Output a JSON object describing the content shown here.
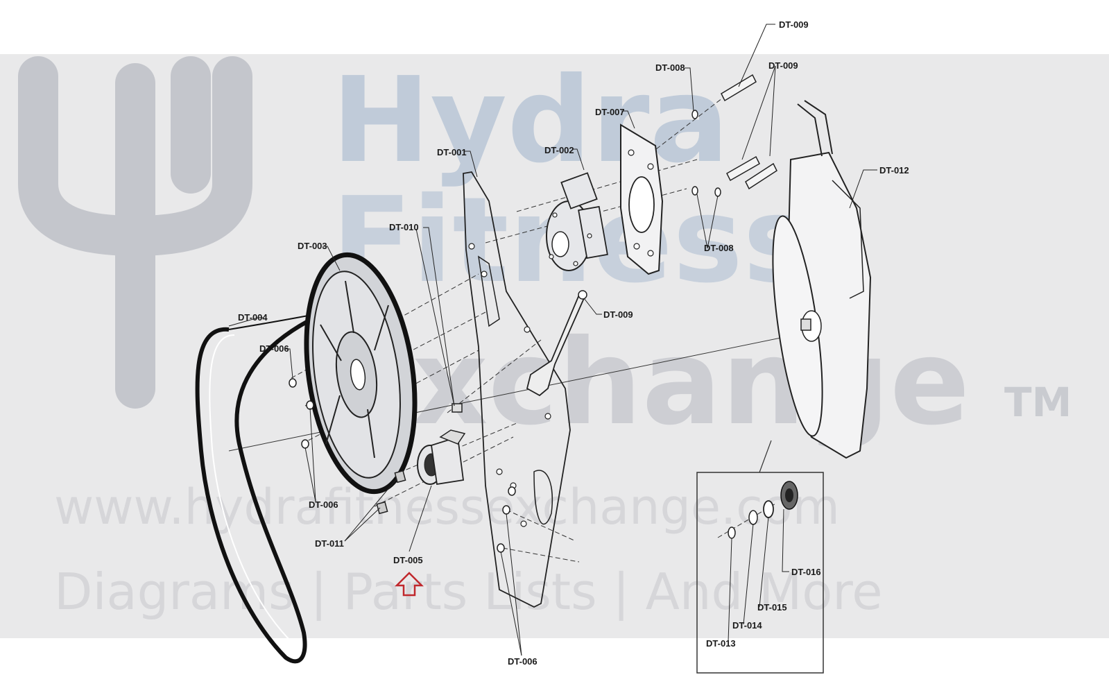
{
  "watermark": {
    "brand_lines": [
      "Hydra",
      "Fitness",
      "Exchange"
    ],
    "trademark": "TM",
    "website": "www.hydrafitnessexchange.com",
    "tagline": "Diagrams | Parts Lists | And More",
    "colors": {
      "band": "#e9e9ea",
      "logo": "#c4c6cc",
      "brand_blue": "#9fb4cc",
      "text": "#d9d9dc"
    }
  },
  "parts": {
    "dt_001": "DT-001",
    "dt_002": "DT-002",
    "dt_003": "DT-003",
    "dt_004": "DT-004",
    "dt_005": "DT-005",
    "dt_006": "DT-006",
    "dt_007": "DT-007",
    "dt_008": "DT-008",
    "dt_009": "DT-009",
    "dt_010": "DT-010",
    "dt_011": "DT-011",
    "dt_012": "DT-012",
    "dt_013": "DT-013",
    "dt_014": "DT-014",
    "dt_015": "DT-015",
    "dt_016": "DT-016"
  },
  "highlight": {
    "part": "DT-005",
    "indicator": "up-arrow-icon",
    "color": "#c0282d"
  }
}
